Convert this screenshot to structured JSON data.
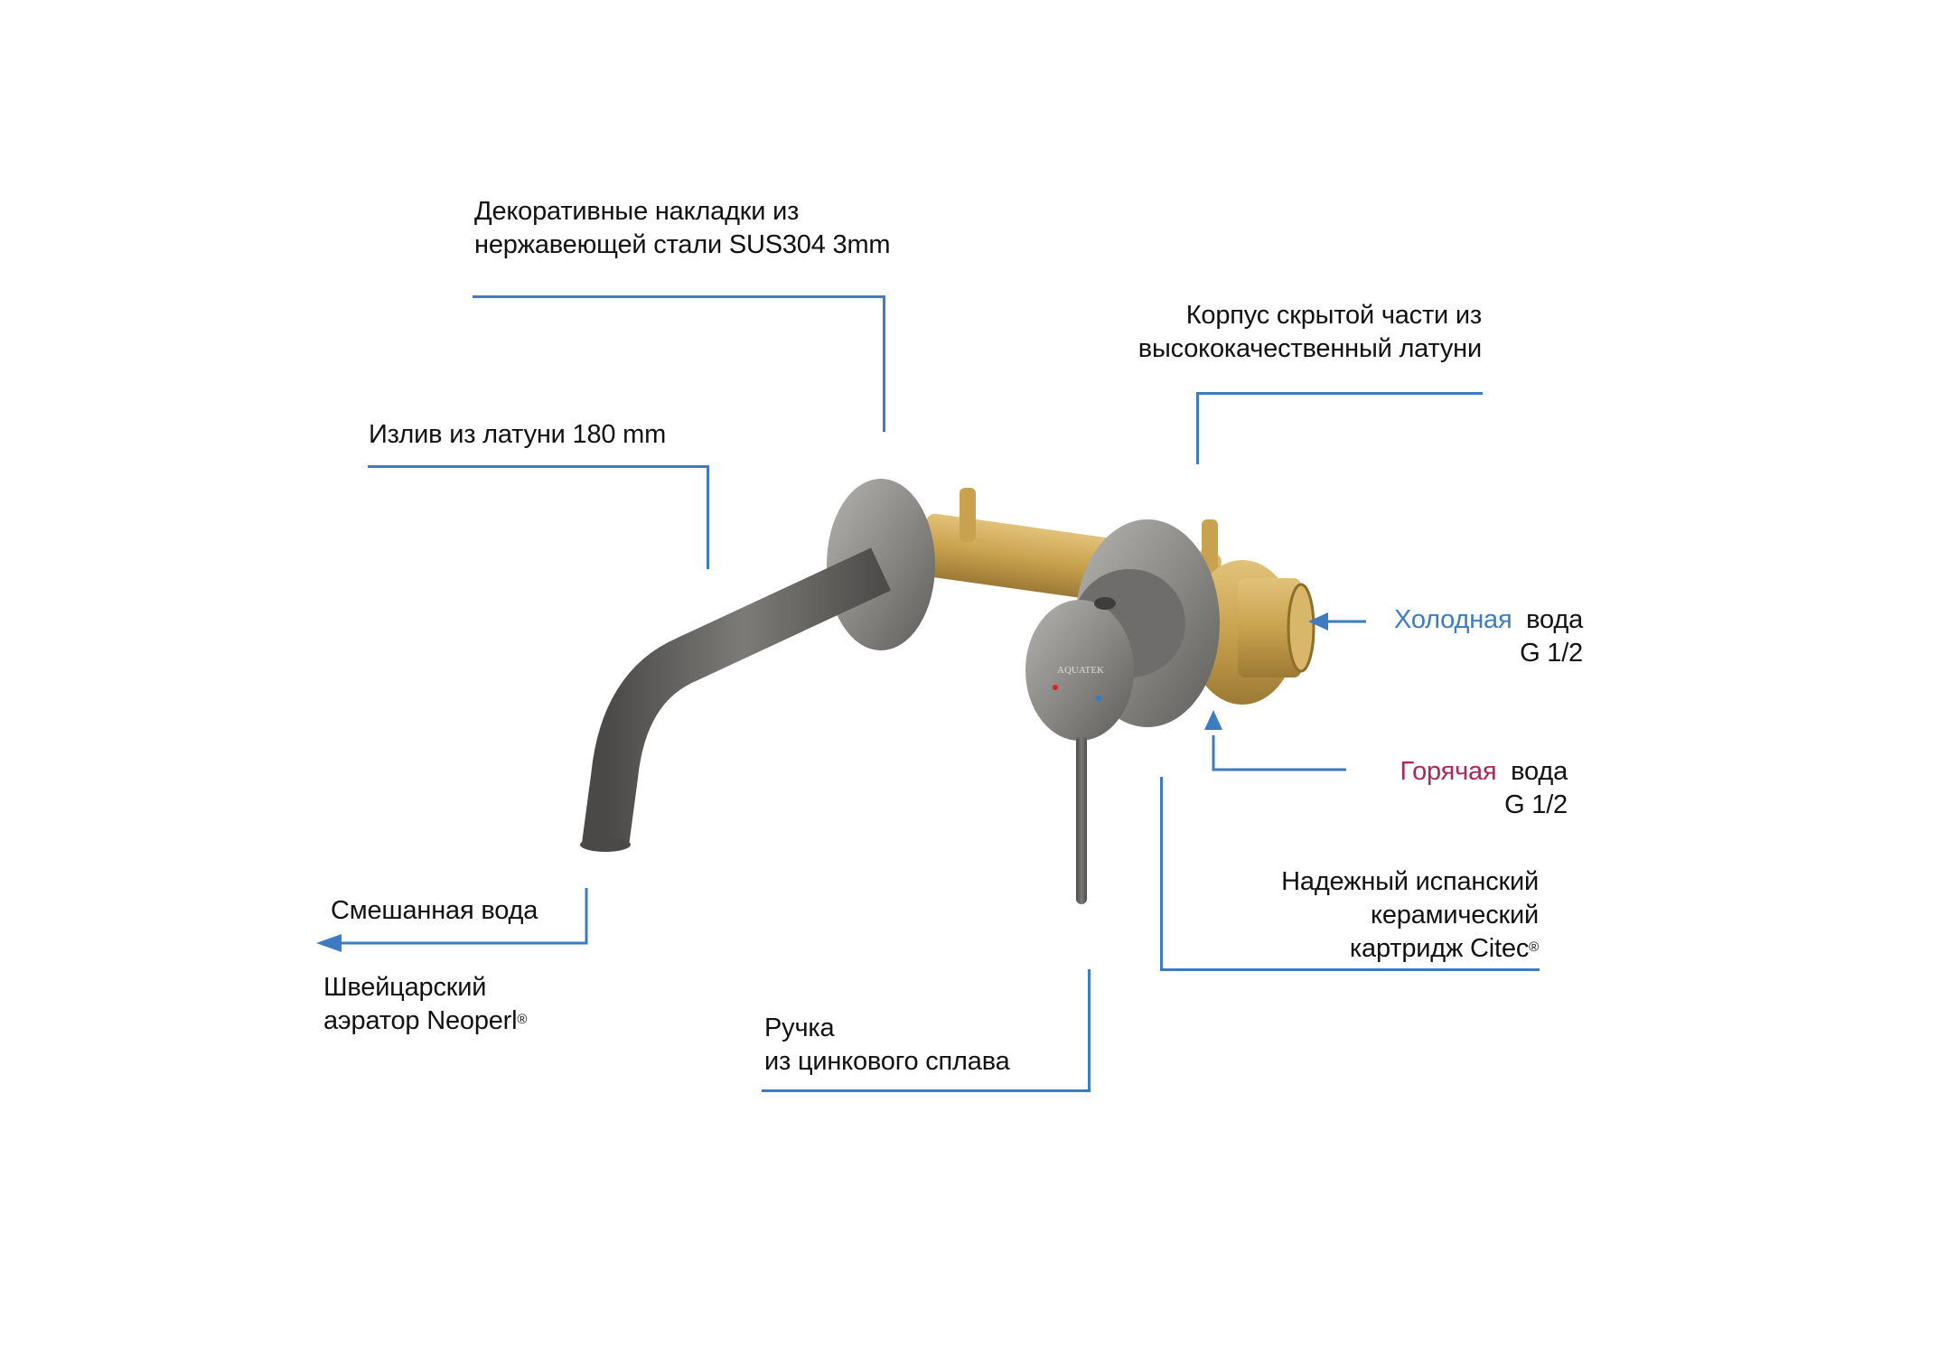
{
  "callouts": {
    "trim_plates": {
      "line1": "Декоративные накладки из",
      "line2": "нержавеющей стали SUS304 3mm"
    },
    "body": {
      "line1": "Корпус скрытой части из",
      "line2": "высококачественный латуни"
    },
    "spout": {
      "line1": "Излив из латуни 180 mm"
    },
    "cold_water": {
      "highlight": "Холодная",
      "rest": "вода",
      "thread": "G 1/2"
    },
    "hot_water": {
      "highlight": "Горячая",
      "rest": "вода",
      "thread": "G 1/2"
    },
    "cartridge": {
      "line1": "Надежный испанский",
      "line2": "керамический",
      "line3": "картридж Citec",
      "mark": "®"
    },
    "mixed_water": {
      "line1": "Смешанная вода"
    },
    "aerator": {
      "line1": "Швейцарский",
      "line2": "аэратор Neoperl",
      "mark": "®"
    },
    "handle": {
      "line1": "Ручка",
      "line2": "из цинкового сплава"
    }
  },
  "product": {
    "brand": "AQUATEK"
  },
  "colors": {
    "accent_blue": "#3d7cc3",
    "hot_red": "#a8295a",
    "brass": "#c9a24e",
    "gunmetal": "#6e6d6b"
  }
}
